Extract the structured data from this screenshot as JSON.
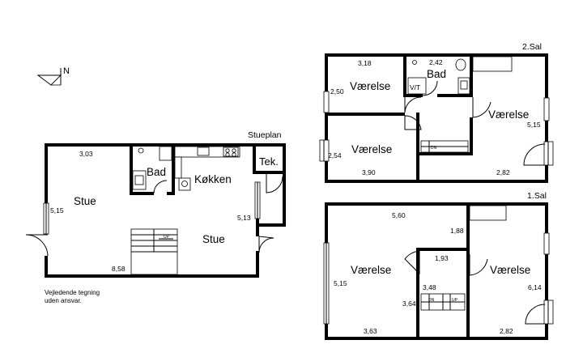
{
  "north_label": "N",
  "disclaimer": [
    "Vejledende tegning",
    "uden ansvar."
  ],
  "stueplan": {
    "title": "Stueplan",
    "rooms": {
      "stue_left": "Stue",
      "stue_right": "Stue",
      "bad": "Bad",
      "kokken": "Køkken",
      "tek": "Tek."
    },
    "dims": {
      "width_top": "3,03",
      "height_left": "5,15",
      "width_bottom": "8,58",
      "height_right": "5,13"
    },
    "stair_label": "UP"
  },
  "sal1": {
    "title": "1.Sal",
    "rooms": {
      "vaerelse_left": "Værelse",
      "vaerelse_right": "Værelse"
    },
    "dims": {
      "width_top": "5,60",
      "height_left": "5,15",
      "width_bottom_left": "3,63",
      "corner": "1,88",
      "hall_width": "1,93",
      "hall_height": "3,48",
      "hall_depth": "3,64",
      "height_right": "6,14",
      "width_bottom_right": "2,82"
    },
    "stair_labels": {
      "down": "DN",
      "up": "UP"
    }
  },
  "sal2": {
    "title": "2.Sal",
    "rooms": {
      "vaerelse_top_left": "Værelse",
      "vaerelse_bottom_left": "Værelse",
      "vaerelse_right": "Værelse",
      "bad": "Bad",
      "vt": "V/T"
    },
    "dims": {
      "width_top_left": "3,18",
      "height_top_left": "2,50",
      "height_bottom_left": "2,54",
      "width_bottom_left": "3,90",
      "bad_width": "2,42",
      "height_right": "5,15",
      "width_bottom_right": "2,82"
    },
    "stair_label": "DN"
  }
}
